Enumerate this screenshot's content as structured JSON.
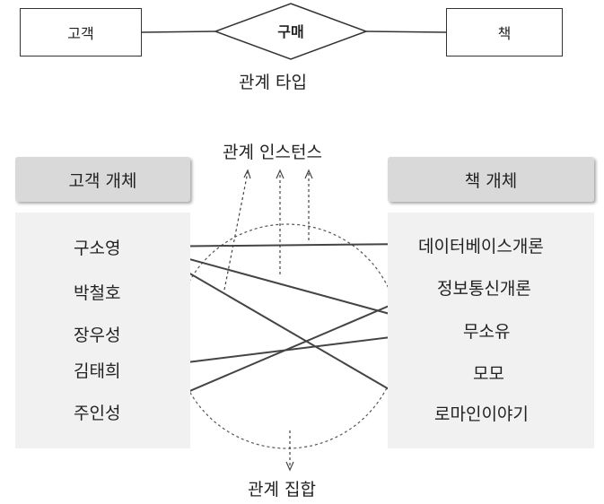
{
  "er_diagram": {
    "left_entity": "고객",
    "relationship": "구매",
    "right_entity": "책",
    "caption": "관계 타입"
  },
  "instance_diagram": {
    "instances_label": "관계 인스턴스",
    "left_header": "고객 개체",
    "right_header": "책 개체",
    "customers": [
      "구소영",
      "박철호",
      "장우성",
      "김태희",
      "주인성"
    ],
    "books": [
      "데이터베이스개론",
      "정보통신개론",
      "무소유",
      "모모",
      "로마인이야기"
    ],
    "set_label": "관계 집합"
  }
}
